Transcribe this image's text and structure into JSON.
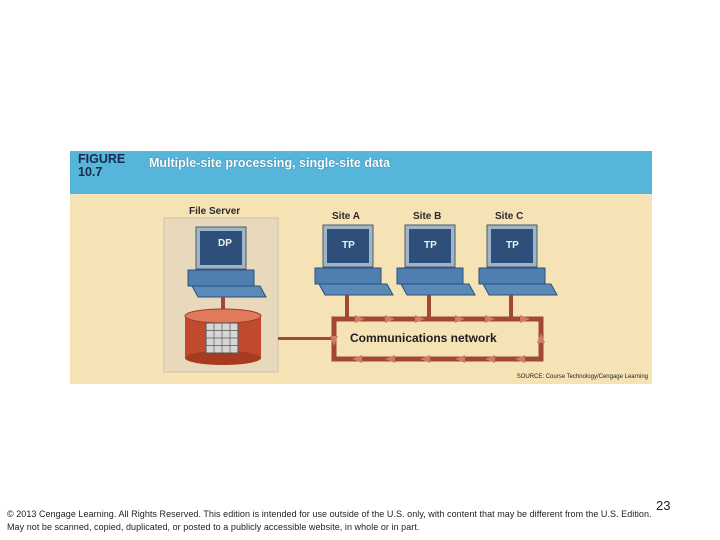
{
  "figure": {
    "label": "FIGURE",
    "number": "10.7",
    "title": "Multiple-site processing, single-site data"
  },
  "server": {
    "label": "File Server",
    "screen_text": "DP"
  },
  "sites": [
    {
      "label": "Site A",
      "screen_text": "TP"
    },
    {
      "label": "Site B",
      "screen_text": "TP"
    },
    {
      "label": "Site C",
      "screen_text": "TP"
    }
  ],
  "network_label": "Communications network",
  "source": "SOURCE: Course Technology/Cengage Learning",
  "slide_number": "23",
  "footer": {
    "line1": "© 2013 Cengage Learning. All Rights Reserved. This edition is intended for use outside of the U.S. only, with content that may be different from the U.S. Edition.",
    "line2": "May not be scanned, copied, duplicated, or posted to a publicly accessible website, in whole or in part."
  }
}
